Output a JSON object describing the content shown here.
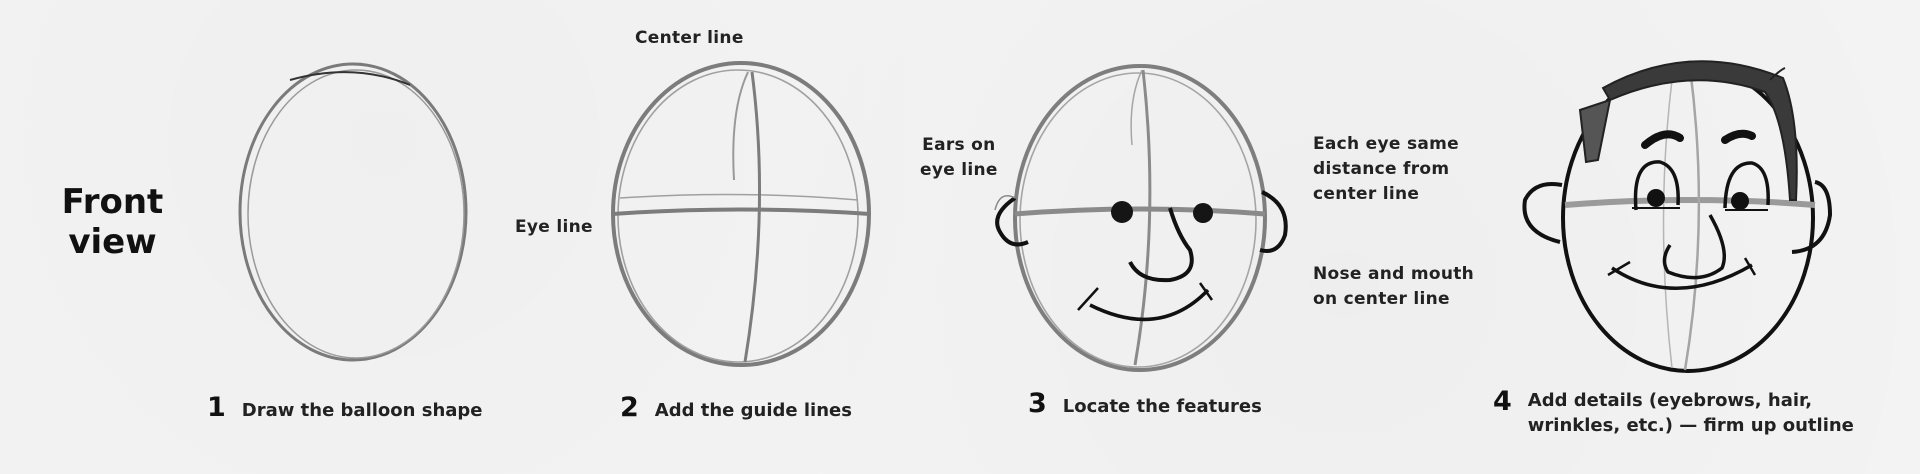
{
  "title": {
    "line1": "Front",
    "line2": "view"
  },
  "steps": [
    {
      "number": "1",
      "text": "Draw the balloon shape"
    },
    {
      "number": "2",
      "text": "Add the guide lines"
    },
    {
      "number": "3",
      "text": "Locate the features"
    },
    {
      "number": "4",
      "text_line1": "Add details (eyebrows, hair,",
      "text_line2": "wrinkles, etc.) — firm up outline"
    }
  ],
  "annotations": {
    "center_line": "Center line",
    "eye_line": "Eye line",
    "ears_on_eye_line": {
      "line1": "Ears on",
      "line2": "eye line"
    },
    "each_eye": {
      "line1": "Each eye same",
      "line2": "distance from",
      "line3": "center line"
    },
    "nose_mouth": {
      "line1": "Nose and mouth",
      "line2": "on center line"
    }
  },
  "colors": {
    "paper": "#f3f3f3",
    "pencil": "#8a8a8a",
    "ink": "#111111"
  }
}
